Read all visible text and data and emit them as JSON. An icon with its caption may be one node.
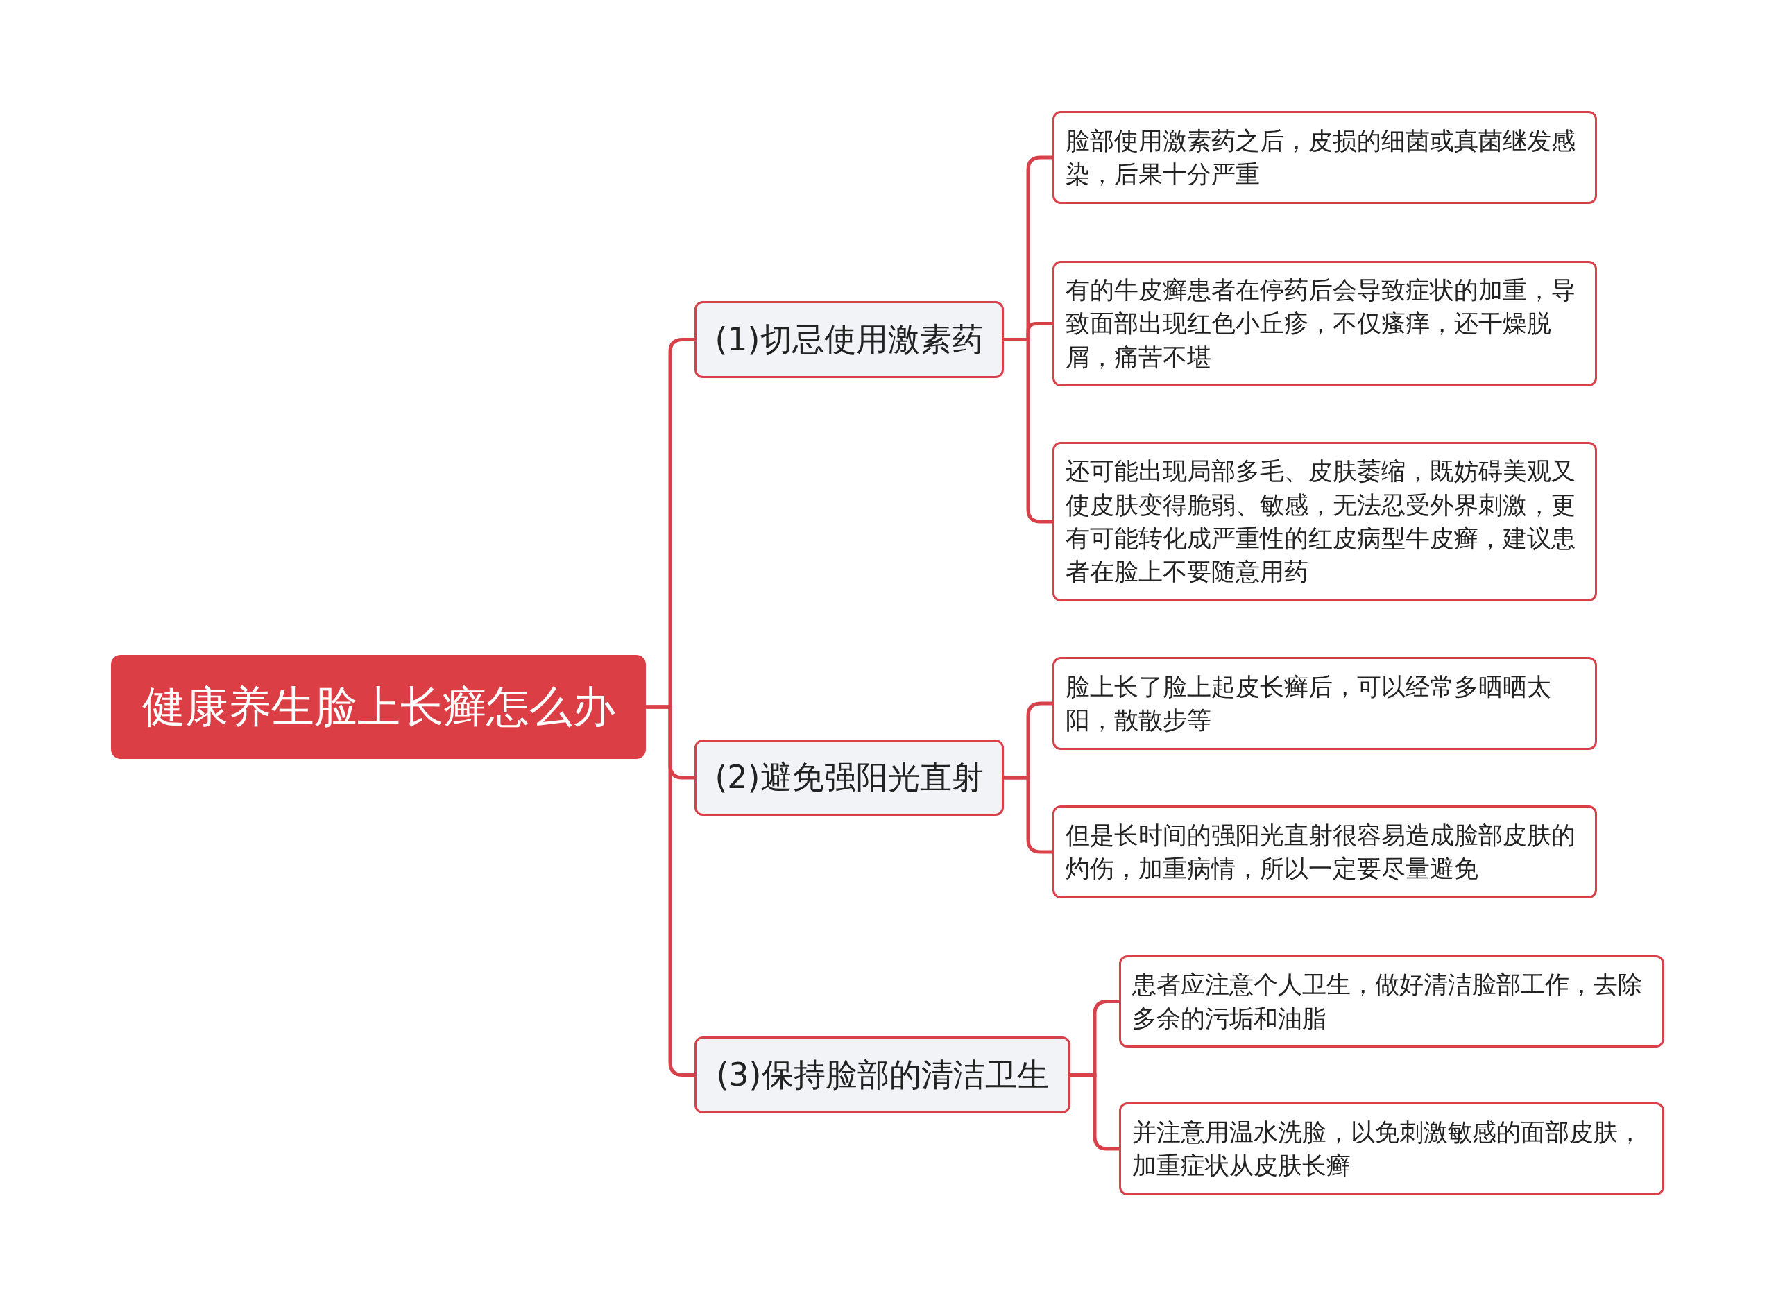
{
  "diagram": {
    "nodes": [
      {
        "text": [
          "健康养生脸上长癣怎么办"
        ]
      },
      {
        "text": [
          "(1)切忌使用激素药"
        ]
      },
      {
        "text": [
          "脸部使用激素药之后，皮损的细菌或真菌继发感染，后果十分严重"
        ]
      },
      {
        "text": [
          "有的牛皮癣患者在停药后会导致症状的加重，导致面部出现红色小丘疹，不仅瘙痒，还干燥脱屑，痛苦不堪"
        ]
      },
      {
        "text": [
          "还可能出现局部多毛、皮肤萎缩，既妨碍美观又使皮肤变得脆弱、敏感，无法忍受外界刺激，更有可能转化成严重性的红皮病型牛皮癣，建议患者在脸上不要随意用药"
        ]
      },
      {
        "text": [
          "(2)避免强阳光直射"
        ]
      },
      {
        "text": [
          "脸上长了脸上起皮长癣后，可以经常多晒晒太阳，散散步等"
        ]
      },
      {
        "text": [
          "但是长时间的强阳光直射很容易造成脸部皮肤的灼伤，加重病情，所以一定要尽量避免"
        ]
      },
      {
        "text": [
          "(3)保持脸部的清洁卫生"
        ]
      },
      {
        "text": [
          "患者应注意个人卫生，做好清洁脸部工作，去除多余的污垢和油脂"
        ]
      },
      {
        "text": [
          "并注意用温水洗脸，以免刺激敏感的面部皮肤，加重症状从皮肤长癣"
        ]
      }
    ],
    "edges": [
      {
        "from": 0,
        "to": 1,
        "arrow": "none"
      },
      {
        "from": 0,
        "to": 5,
        "arrow": "none"
      },
      {
        "from": 0,
        "to": 8,
        "arrow": "none"
      },
      {
        "from": 1,
        "to": 2,
        "arrow": "none"
      },
      {
        "from": 1,
        "to": 3,
        "arrow": "none"
      },
      {
        "from": 1,
        "to": 4,
        "arrow": "none"
      },
      {
        "from": 5,
        "to": 6,
        "arrow": "none"
      },
      {
        "from": 5,
        "to": 7,
        "arrow": "none"
      },
      {
        "from": 8,
        "to": 9,
        "arrow": "none"
      },
      {
        "from": 8,
        "to": 10,
        "arrow": "none"
      }
    ]
  }
}
